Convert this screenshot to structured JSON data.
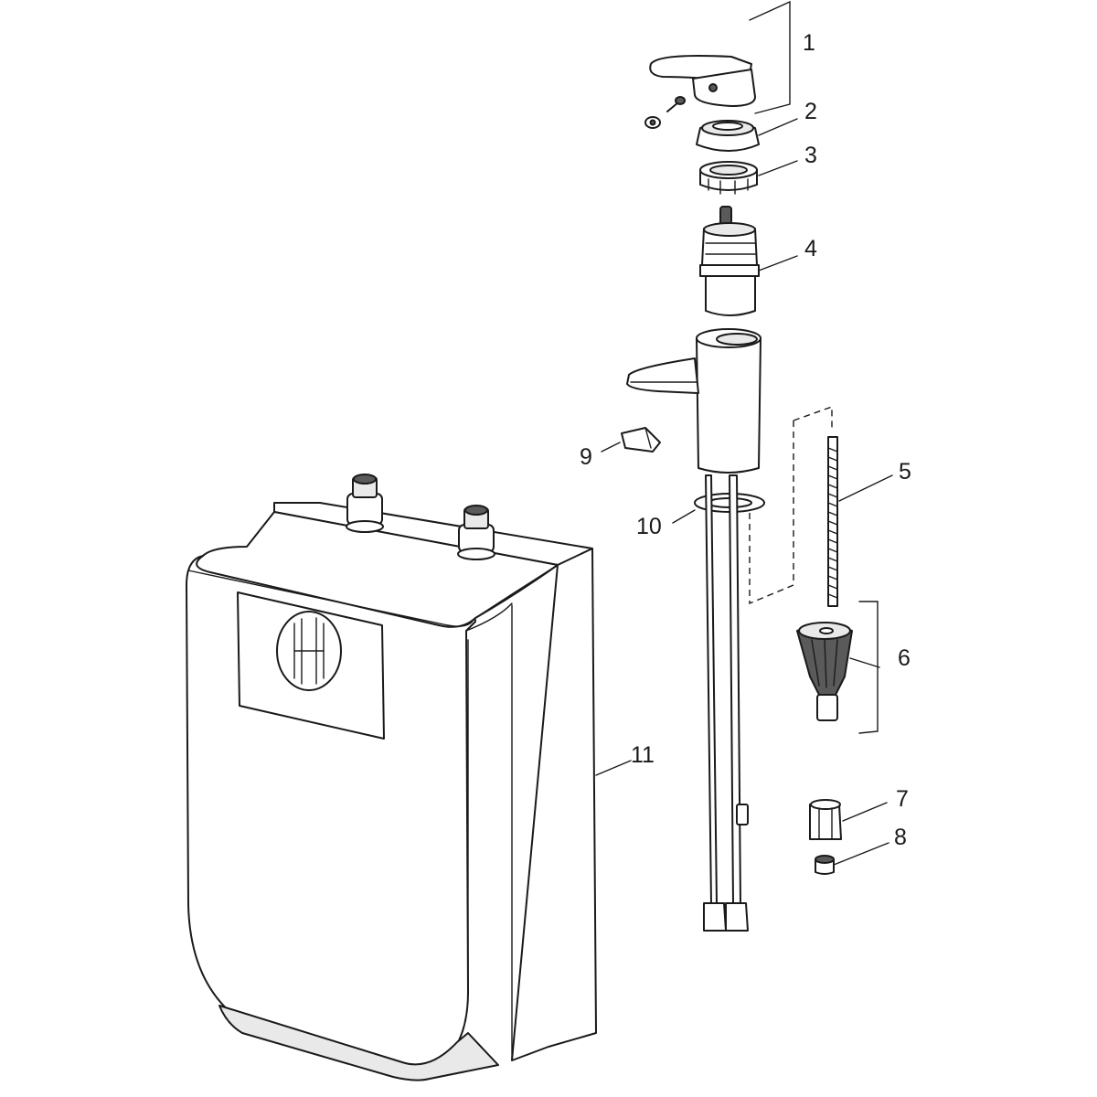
{
  "diagram": {
    "callouts": [
      {
        "id": "1",
        "part": "lever-handle"
      },
      {
        "id": "2",
        "part": "cover-cap"
      },
      {
        "id": "3",
        "part": "retaining-nut"
      },
      {
        "id": "4",
        "part": "cartridge"
      },
      {
        "id": "5",
        "part": "threaded-rod"
      },
      {
        "id": "6",
        "part": "mounting-set"
      },
      {
        "id": "7",
        "part": "adapter-nut"
      },
      {
        "id": "8",
        "part": "reducer"
      },
      {
        "id": "9",
        "part": "aerator"
      },
      {
        "id": "10",
        "part": "base-gasket"
      },
      {
        "id": "11",
        "part": "water-heater"
      }
    ],
    "colors": {
      "line": "#1a1a1a",
      "fill": "#ffffff",
      "shade": "#e9e9e9",
      "dark": "#5a5a5a"
    }
  }
}
